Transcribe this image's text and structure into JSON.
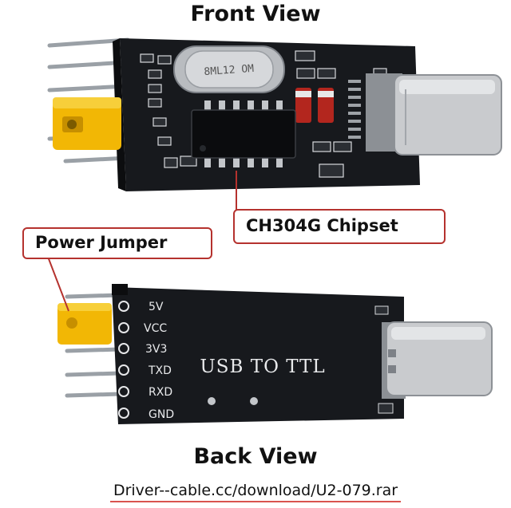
{
  "headings": {
    "front": "Front View",
    "back": "Back View"
  },
  "callouts": {
    "chipset": "CH304G Chipset",
    "jumper": "Power Jumper"
  },
  "driver_url": "Driver--cable.cc/download/U2-079.rar",
  "front_board": {
    "crystal_marking": "8ML12 OM"
  },
  "back_board": {
    "silkscreen_title": "USB TO TTL",
    "pins": [
      "5V",
      "VCC",
      "3V3",
      "TXD",
      "RXD",
      "GND"
    ]
  },
  "colors": {
    "board": "#17191d",
    "jumper": "#f2b705",
    "callout_border": "#b5322e",
    "connector": "#c9cbce"
  }
}
